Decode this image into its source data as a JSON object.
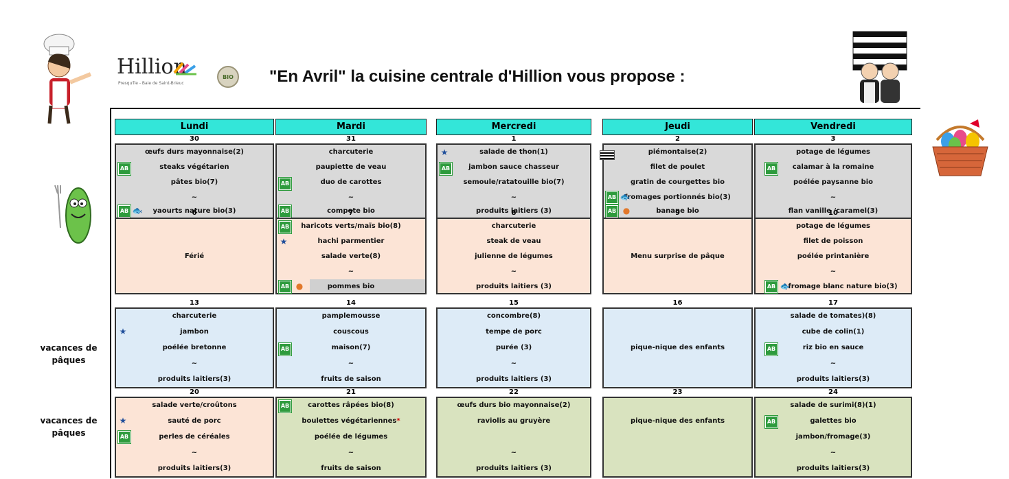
{
  "header": {
    "title": "\"En Avril\" la cuisine centrale d'Hillion vous propose :",
    "logo_text": "Hillion",
    "logo_subtitle": "Presqu'île - Baie de Saint-Brieuc",
    "bio_seal": "BIO"
  },
  "days": [
    "Lundi",
    "Mardi",
    "Mercredi",
    "Jeudi",
    "Vendredi"
  ],
  "side_labels": {
    "week3": "vacances de pâques",
    "week4": "vacances de pâques"
  },
  "weeks": [
    {
      "dates": [
        "30",
        "31",
        "1",
        "2",
        "3"
      ],
      "cells": [
        [
          "œufs durs mayonnaise(2)",
          "steaks végétarien",
          "pâtes bio(7)",
          "~",
          "yaourts nature bio(3)"
        ],
        [
          "charcuterie",
          "paupiette de veau",
          "duo de carottes",
          "~",
          "compote bio"
        ],
        [
          "salade de thon(1)",
          "jambon sauce chasseur",
          "semoule/ratatouille bio(7)",
          "~",
          "produits laitiers (3)"
        ],
        [
          "piémontaise(2)",
          "filet de poulet",
          "gratin de courgettes bio",
          "fromages portionnés bio(3)",
          "banane bio"
        ],
        [
          "potage de légumes",
          "calamar à la romaine",
          "poélée paysanne bio",
          "~",
          "flan vanille /caramel(3)"
        ]
      ]
    },
    {
      "dates": [
        "6",
        "7",
        "8",
        "9",
        "10"
      ],
      "cells": [
        [
          "Férié"
        ],
        [
          "haricots verts/maïs bio(8)",
          "hachi parmentier",
          "salade verte(8)",
          "~",
          "pommes bio"
        ],
        [
          "charcuterie",
          "steak de veau",
          "julienne de légumes",
          "~",
          "produits laitiers (3)"
        ],
        [
          "Menu surprise de pâque"
        ],
        [
          "potage de légumes",
          "filet de poisson",
          "poélée printanière",
          "~",
          "fromage blanc nature bio(3)"
        ]
      ]
    },
    {
      "dates": [
        "13",
        "14",
        "15",
        "16",
        "17"
      ],
      "cells": [
        [
          "charcuterie",
          "jambon",
          "poélée bretonne",
          "~",
          "produits laitiers(3)"
        ],
        [
          "pamplemousse",
          "couscous",
          "maison(7)",
          "~",
          "fruits de saison"
        ],
        [
          "concombre(8)",
          "tempe de porc",
          "purée (3)",
          "~",
          "produits laitiers (3)"
        ],
        [
          "pique-nique des enfants"
        ],
        [
          "salade de tomates)(8)",
          "cube de colin(1)",
          "riz bio en sauce",
          "~",
          "produits laitiers(3)"
        ]
      ]
    },
    {
      "dates": [
        "20",
        "21",
        "22",
        "23",
        "24"
      ],
      "cells": [
        [
          "salade verte/croûtons",
          "sauté de porc",
          "perles de céréales",
          "~",
          "produits laitiers(3)"
        ],
        [
          "carottes râpées bio(8)",
          "boulettes végétariennes",
          "poélée de légumes",
          "~",
          "fruits de saison"
        ],
        [
          "œufs durs bio mayonnaise(2)",
          "raviolis au gruyère",
          "",
          "~",
          "produits laitiers (3)"
        ],
        [
          "pique-nique des enfants"
        ],
        [
          "salade de surimi(8)(1)",
          "galettes bio",
          "jambon/fromage(3)",
          "~",
          "produits laitiers(3)"
        ]
      ]
    }
  ],
  "star_marker": "*",
  "icons": {
    "organic": "AB",
    "label_rouge": "★",
    "fish": "🐟",
    "orange": "●"
  },
  "colors": {
    "header_bg": "#33e6d9",
    "gray": "#d9d9d9",
    "peach": "#fce4d6",
    "blue": "#ddebf7",
    "green": "#d9e3bf"
  }
}
